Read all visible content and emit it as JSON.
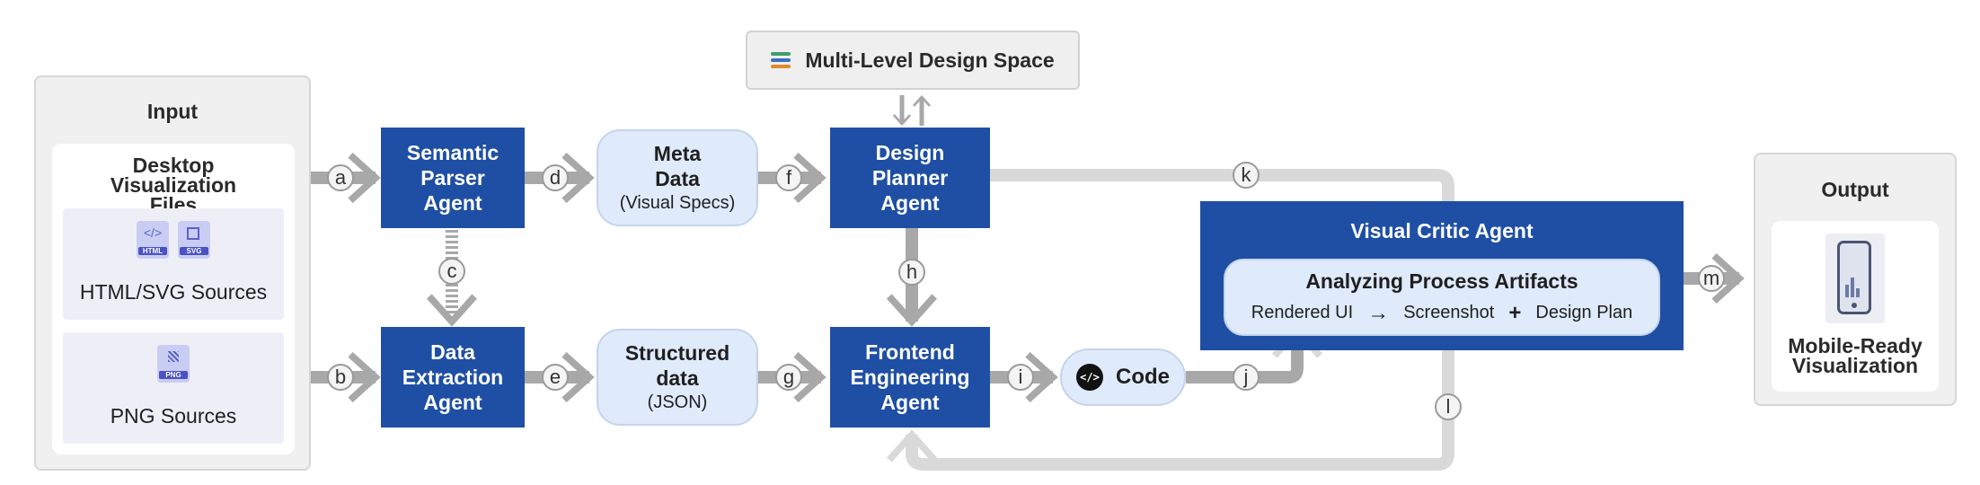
{
  "input": {
    "title": "Input",
    "files_title": "Desktop Visualization Files",
    "html_svg": {
      "label": "HTML/SVG Sources",
      "icon_html_text": "HTML",
      "icon_svg_text": "SVG",
      "icons": [
        "html-file-icon",
        "svg-file-icon"
      ]
    },
    "png": {
      "label": "PNG Sources",
      "icon_png_text": "PNG",
      "icons": [
        "png-file-icon"
      ]
    }
  },
  "agents": {
    "semantic_parser": "Semantic Parser Agent",
    "data_extraction": "Data Extraction Agent",
    "design_planner": "Design Planner Agent",
    "frontend_engineering": "Frontend Engineering Agent"
  },
  "data_nodes": {
    "meta": {
      "line1": "Meta Data",
      "line2": "(Visual Specs)"
    },
    "structured": {
      "line1": "Structured data",
      "line2": "(JSON)"
    }
  },
  "design_space": {
    "label": "Multi-Level Design Space",
    "icon": "layers-icon"
  },
  "code": {
    "label": "Code",
    "icon": "code-icon"
  },
  "critic": {
    "title": "Visual Critic Agent",
    "artifacts_title": "Analyzing Process Artifacts",
    "rendered_ui": "Rendered UI",
    "arrow_op": "→",
    "screenshot": "Screenshot",
    "plus_op": "+",
    "design_plan": "Design Plan"
  },
  "output": {
    "title": "Output",
    "label": "Mobile-Ready Visualization",
    "icon": "mobile-chart-icon"
  },
  "edges": {
    "a": "a",
    "b": "b",
    "c": "c",
    "d": "d",
    "e": "e",
    "f": "f",
    "g": "g",
    "h": "h",
    "i": "i",
    "j": "j",
    "k": "k",
    "l": "l",
    "m": "m"
  },
  "colors": {
    "agent_blue": "#1f4fa4",
    "data_fill": "#dfeafb",
    "arrow_gray": "#a8a8a8",
    "return_gray": "#d9d9d9",
    "panel_gray": "#f0f0f0"
  }
}
